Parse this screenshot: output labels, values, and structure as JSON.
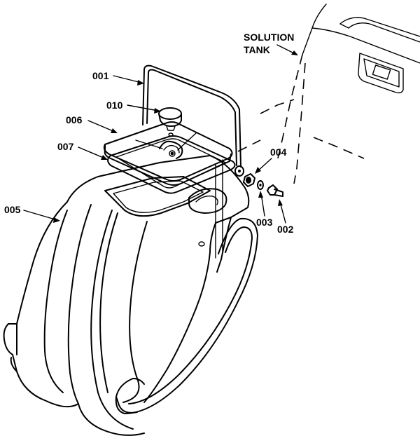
{
  "labels": {
    "solution_tank_line1": "SOLUTION",
    "solution_tank_line2": "TANK",
    "p001": "001",
    "p010": "010",
    "p006": "006",
    "p007": "007",
    "p004": "004",
    "p005": "005",
    "p003": "003",
    "p002": "002"
  }
}
